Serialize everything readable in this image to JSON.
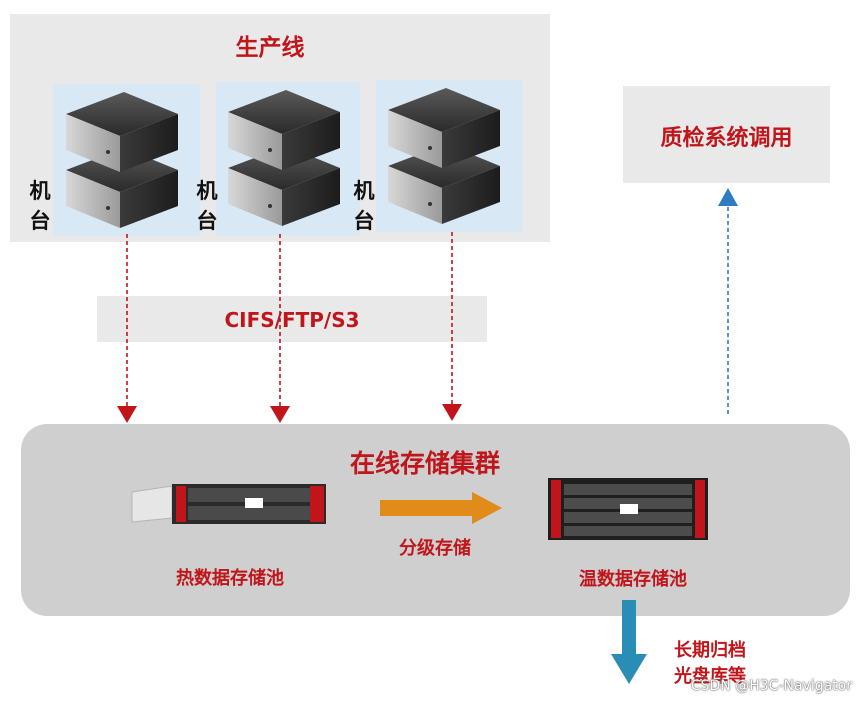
{
  "production_line": {
    "title": "生产线",
    "machines": [
      {
        "label": "机\n台"
      },
      {
        "label": "机\n台"
      },
      {
        "label": "机\n台"
      }
    ]
  },
  "protocols": "CIFS/FTP/S3",
  "qc_system": "质检系统调用",
  "cluster": {
    "title": "在线存储集群",
    "hot_pool": "热数据存储池",
    "warm_pool": "温数据存储池",
    "tiering": "分级存储"
  },
  "archive": {
    "line1": "长期归档",
    "line2": "光盘库等"
  },
  "watermark": "CSDN @H3C-Navigator",
  "colors": {
    "accent_red": "#c0161b",
    "tier_arrow": "#e08b1a",
    "archive_arrow": "#2a8db5",
    "qc_arrow": "#2e7bc4"
  }
}
